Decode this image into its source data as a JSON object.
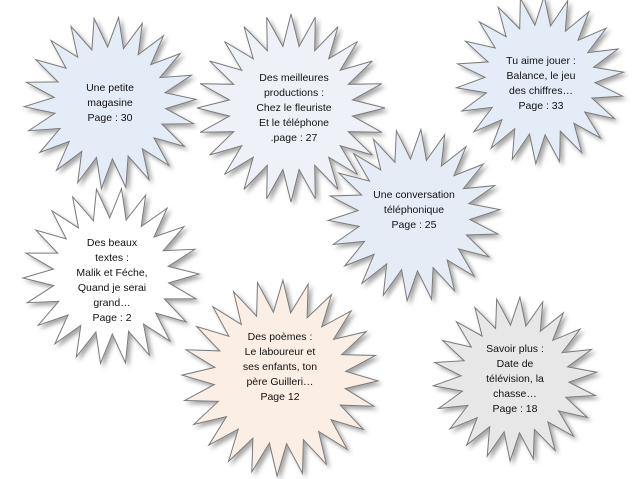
{
  "bursts": [
    {
      "id": "magazine",
      "color": "#e4ecf7",
      "lines": [
        "Une petite",
        "magasine",
        "Page : 30"
      ]
    },
    {
      "id": "productions",
      "color": "#eef2f8",
      "lines": [
        "Des meilleures",
        "productions :",
        "Chez le fleuriste",
        "Et le téléphone",
        ".page : 27"
      ]
    },
    {
      "id": "jouer",
      "color": "#e4ecf7",
      "lines": [
        "Tu aime jouer :",
        "Balance, le jeu",
        "des chiffres…",
        "Page : 33"
      ]
    },
    {
      "id": "conversation",
      "color": "#e6ecf6",
      "lines": [
        "Une conversation",
        "téléphonique",
        "Page : 25"
      ]
    },
    {
      "id": "textes",
      "color": "#ffffff",
      "lines": [
        "Des beaux",
        "textes :",
        "Malik et Féche,",
        "Quand je serai",
        "grand…",
        "Page : 2"
      ]
    },
    {
      "id": "poemes",
      "color": "#fbeee4",
      "lines": [
        "Des poèmes :",
        "Le laboureur et",
        "ses enfants, ton",
        "père Guilleri…",
        "Page 12"
      ]
    },
    {
      "id": "savoir",
      "color": "#e7e7e7",
      "lines": [
        "Savoir plus :",
        "Date de",
        "télévision, la",
        "chasse…",
        "Page : 18"
      ]
    }
  ]
}
